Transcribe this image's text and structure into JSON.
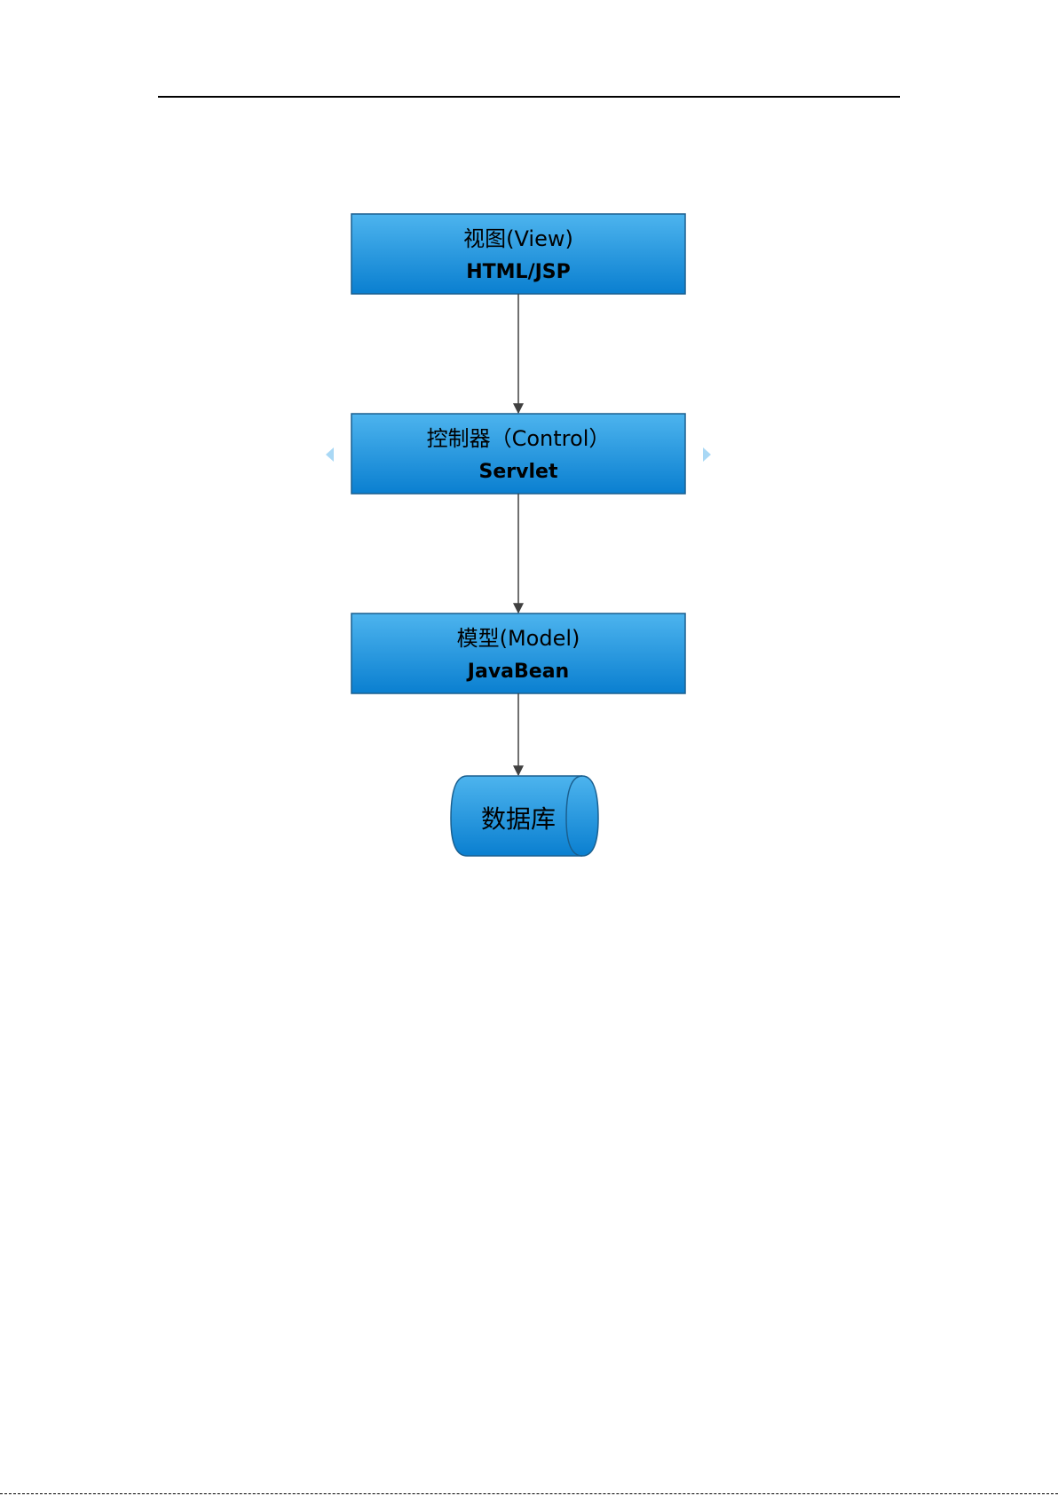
{
  "diagram": {
    "nodes": [
      {
        "id": "view",
        "line1": "视图(View)",
        "line2": "HTML/JSP"
      },
      {
        "id": "control",
        "line1": "控制器（Control）",
        "line2": "Servlet"
      },
      {
        "id": "model",
        "line1": "模型(Model)",
        "line2": "JavaBean"
      },
      {
        "id": "database",
        "label": "数据库"
      }
    ],
    "edges": [
      {
        "from": "view",
        "to": "control"
      },
      {
        "from": "control",
        "to": "model"
      },
      {
        "from": "model",
        "to": "database"
      }
    ],
    "colors": {
      "box_top": "#4db4ee",
      "box_bottom": "#0a7fd0",
      "box_border": "#1a5f8f",
      "arrow": "#404040",
      "side_marker": "#a9d8f5"
    }
  }
}
